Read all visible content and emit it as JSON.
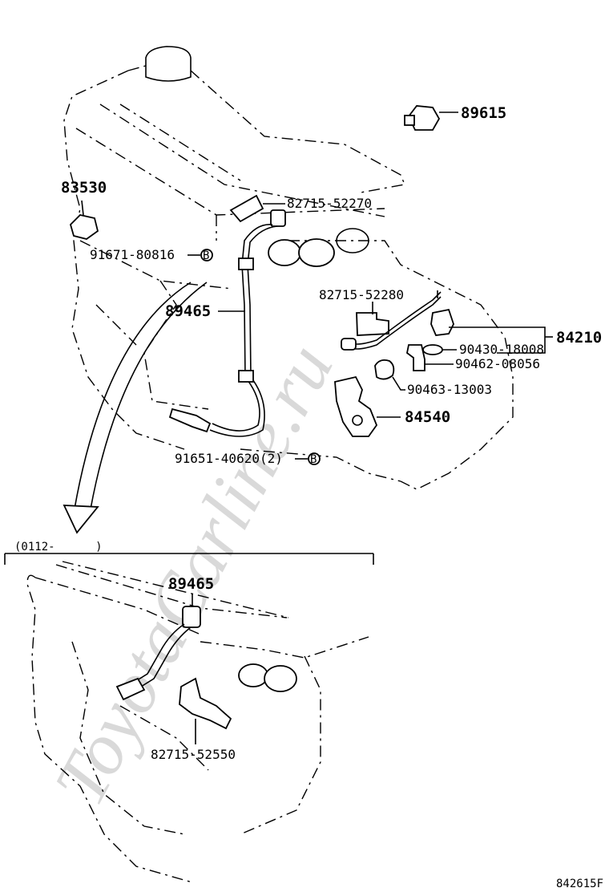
{
  "watermark": "ToyotaCarline.ru",
  "upper": {
    "parts": {
      "p89615": "89615",
      "p83530": "83530",
      "p82715_52270": "82715-52270",
      "p91671_80816": "91671-80816",
      "p89465": "89465",
      "p82715_52280": "82715-52280",
      "p84210": "84210",
      "p90430_18008": "90430-18008",
      "p90462_08056": "90462-08056",
      "p90463_13003": "90463-13003",
      "p84540": "84540",
      "p91651_40620": "91651-40620(2)"
    },
    "marker_letter": "B"
  },
  "inset": {
    "date_range": "(0112-      )",
    "parts": {
      "p89465": "89465",
      "p82715_52550": "82715-52550"
    }
  },
  "figure_code": "842615F"
}
